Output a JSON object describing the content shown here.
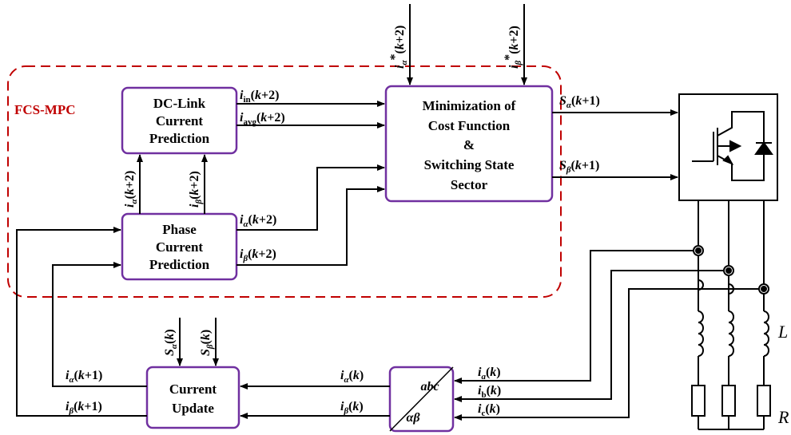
{
  "mpc_label": "FCS-MPC",
  "blocks": {
    "dc_link": [
      "DC-Link",
      "Current",
      "Prediction"
    ],
    "phase": [
      "Phase",
      "Current",
      "Prediction"
    ],
    "cost": [
      "Minimization of",
      "Cost Function",
      "&",
      "Switching State",
      "Sector"
    ],
    "update": [
      "Current",
      "Update"
    ],
    "transform_top": "abc",
    "transform_bottom": "αβ"
  },
  "signals": {
    "i_in": "iin(k+2)",
    "i_avg": "iavg(k+2)",
    "i_alpha_pred": "iα(k+2)",
    "i_beta_pred": "iβ(k+2)",
    "i_alpha_ref": "iα*(k+2)",
    "i_beta_ref": "iβ*(k+2)",
    "s_alpha_next": "Sα(k+1)",
    "s_beta_next": "Sβ(k+1)",
    "s_alpha_k": "Sα(k)",
    "s_beta_k": "Sβ(k)",
    "i_alpha_next": "iα(k+1)",
    "i_beta_next": "iβ(k+1)",
    "i_alpha_k": "iα(k)",
    "i_beta_k": "iβ(k)",
    "i_a": "ia(k)",
    "i_b": "ib(k)",
    "i_c": "ic(k)"
  },
  "components": {
    "inductor": "L",
    "resistor": "R"
  },
  "colors": {
    "block_border": "#7030a0",
    "mpc_border": "#c00000",
    "line": "#000000"
  }
}
